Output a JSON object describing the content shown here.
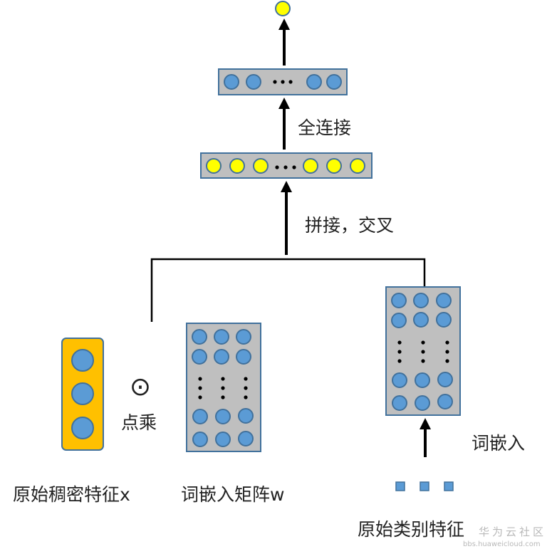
{
  "colors": {
    "node_blue": "#5b9bd5",
    "node_stroke": "#41719c",
    "node_yellow": "#ffff00",
    "box_gray": "#bfbfbf",
    "box_border": "#41719c",
    "dense_orange": "#ffc000",
    "line": "#000000"
  },
  "labels": {
    "full_connect": "全连接",
    "concat_cross": "拼接，交叉",
    "dot_symbol": "⊙",
    "dot_product": "点乘",
    "word_embed": "词嵌入",
    "dense_feature": "原始稠密特征x",
    "embed_matrix": "词嵌入矩阵w",
    "category_feature": "原始类别特征"
  },
  "watermark": {
    "brand": "华为云社区",
    "url": "bbs.huaweicloud.com"
  }
}
